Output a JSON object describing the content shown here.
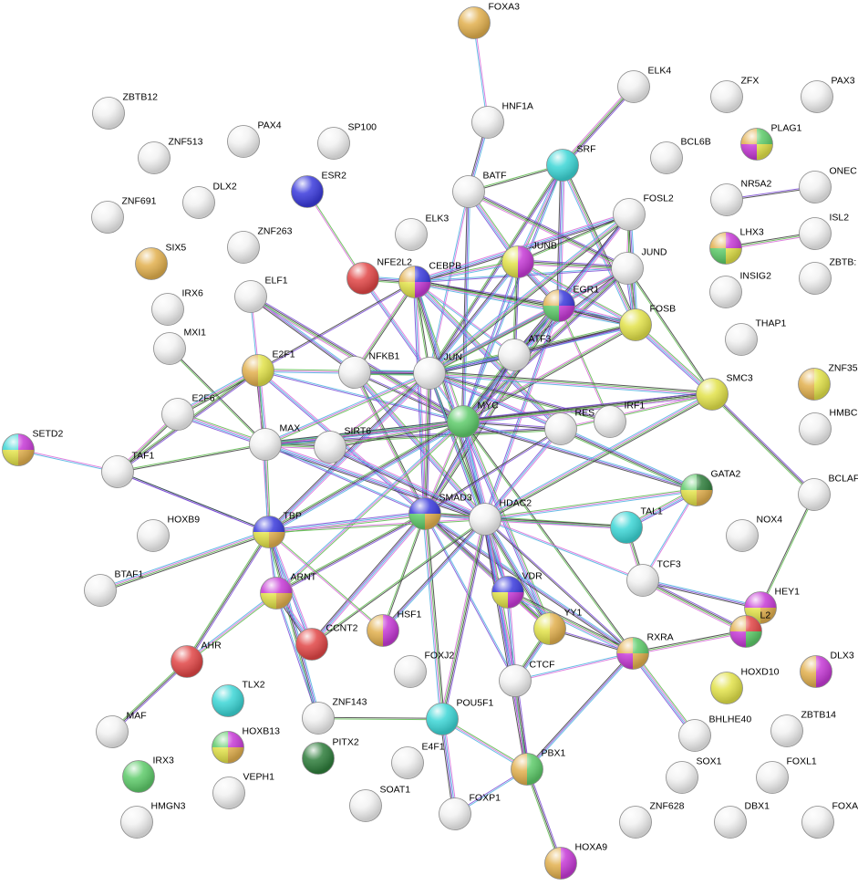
{
  "palette": {
    "white": "#f2f2f2",
    "red": "#e14646",
    "blue": "#3a3adc",
    "cyan": "#3cd6d6",
    "yellow": "#e2e24a",
    "gold": "#e2b04e",
    "green": "#5ecb6a",
    "darkgreen": "#2e7d3b",
    "purple": "#c63ad6",
    "edge_text": "#d96bd9",
    "edge_coexp": "#3a3a3a",
    "edge_db": "#4ab0e0",
    "edge_exp": "#7a4ad6",
    "edge_nbhd": "#5ab84a"
  },
  "nodes": [
    {
      "id": "FOXA3",
      "label": "FOXA3",
      "colors": [
        "gold"
      ]
    },
    {
      "id": "ELK4",
      "label": "ELK4",
      "colors": [
        "white"
      ]
    },
    {
      "id": "ZFX",
      "label": "ZFX",
      "colors": [
        "white"
      ]
    },
    {
      "id": "PAX3",
      "label": "PAX3",
      "colors": [
        "white"
      ]
    },
    {
      "id": "HNF1A",
      "label": "HNF1A",
      "colors": [
        "white"
      ]
    },
    {
      "id": "ZBTB12",
      "label": "ZBTB12",
      "colors": [
        "white"
      ]
    },
    {
      "id": "PAX4",
      "label": "PAX4",
      "colors": [
        "white"
      ]
    },
    {
      "id": "SP100",
      "label": "SP100",
      "colors": [
        "white"
      ]
    },
    {
      "id": "SRF",
      "label": "SRF",
      "colors": [
        "cyan"
      ]
    },
    {
      "id": "BCL6B",
      "label": "BCL6B",
      "colors": [
        "white"
      ]
    },
    {
      "id": "PLAG1",
      "label": "PLAG1",
      "colors": [
        "green",
        "yellow",
        "purple",
        "gold"
      ]
    },
    {
      "id": "ZNF513",
      "label": "ZNF513",
      "colors": [
        "white"
      ]
    },
    {
      "id": "ESR2",
      "label": "ESR2",
      "colors": [
        "blue"
      ]
    },
    {
      "id": "BATF",
      "label": "BATF",
      "colors": [
        "white"
      ]
    },
    {
      "id": "NR5A2",
      "label": "NR5A2",
      "colors": [
        "white"
      ]
    },
    {
      "id": "ONECUT",
      "label": "ONEC",
      "colors": [
        "white"
      ]
    },
    {
      "id": "DLX2",
      "label": "DLX2",
      "colors": [
        "white"
      ]
    },
    {
      "id": "ZNF691",
      "label": "ZNF691",
      "colors": [
        "white"
      ]
    },
    {
      "id": "FOSL2",
      "label": "FOSL2",
      "colors": [
        "white"
      ]
    },
    {
      "id": "ELK3",
      "label": "ELK3",
      "colors": [
        "white"
      ]
    },
    {
      "id": "ZNF263",
      "label": "ZNF263",
      "colors": [
        "white"
      ]
    },
    {
      "id": "ISL2",
      "label": "ISL2",
      "colors": [
        "white"
      ]
    },
    {
      "id": "LHX3",
      "label": "LHX3",
      "colors": [
        "purple",
        "yellow",
        "green",
        "gold"
      ]
    },
    {
      "id": "JUNB",
      "label": "JUNB",
      "colors": [
        "purple",
        "yellow"
      ]
    },
    {
      "id": "JUND",
      "label": "JUND",
      "colors": [
        "white"
      ]
    },
    {
      "id": "SIX5",
      "label": "SIX5",
      "colors": [
        "gold"
      ]
    },
    {
      "id": "NFE2L2",
      "label": "NFE2L2",
      "colors": [
        "red"
      ]
    },
    {
      "id": "CEBPB",
      "label": "CEBPB",
      "colors": [
        "blue",
        "purple",
        "yellow",
        "gold"
      ]
    },
    {
      "id": "INSIG2",
      "label": "INSIG2",
      "colors": [
        "white"
      ]
    },
    {
      "id": "ZBTB",
      "label": "ZBTB:",
      "colors": [
        "white"
      ]
    },
    {
      "id": "ELF1",
      "label": "ELF1",
      "colors": [
        "white"
      ]
    },
    {
      "id": "IRX6",
      "label": "IRX6",
      "colors": [
        "white"
      ]
    },
    {
      "id": "EGR1",
      "label": "EGR1",
      "colors": [
        "blue",
        "purple",
        "green",
        "gold"
      ]
    },
    {
      "id": "FOSB",
      "label": "FOSB",
      "colors": [
        "yellow"
      ]
    },
    {
      "id": "MXI1",
      "label": "MXI1",
      "colors": [
        "white"
      ]
    },
    {
      "id": "THAP1",
      "label": "THAP1",
      "colors": [
        "white"
      ]
    },
    {
      "id": "ATF3",
      "label": "ATF3",
      "colors": [
        "white"
      ]
    },
    {
      "id": "NFKB1",
      "label": "NFKB1",
      "colors": [
        "white"
      ]
    },
    {
      "id": "E2F1",
      "label": "E2F1",
      "colors": [
        "yellow",
        "gold"
      ]
    },
    {
      "id": "JUN",
      "label": "JUN",
      "colors": [
        "white"
      ]
    },
    {
      "id": "SMC3",
      "label": "SMC3",
      "colors": [
        "yellow"
      ]
    },
    {
      "id": "ZNF35",
      "label": "ZNF35",
      "colors": [
        "yellow",
        "gold"
      ]
    },
    {
      "id": "E2F6",
      "label": "E2F6",
      "colors": [
        "white"
      ]
    },
    {
      "id": "MYC",
      "label": "MYC",
      "colors": [
        "green"
      ]
    },
    {
      "id": "REST",
      "label": "RES",
      "colors": [
        "white"
      ]
    },
    {
      "id": "IRF1",
      "label": "IRF1",
      "colors": [
        "white"
      ]
    },
    {
      "id": "HMBOX",
      "label": "HMBC",
      "colors": [
        "white"
      ]
    },
    {
      "id": "SETD2",
      "label": "SETD2",
      "colors": [
        "purple",
        "gold",
        "yellow",
        "cyan"
      ]
    },
    {
      "id": "MAX",
      "label": "MAX",
      "colors": [
        "white"
      ]
    },
    {
      "id": "SIRT6",
      "label": "SIRT6",
      "colors": [
        "white"
      ]
    },
    {
      "id": "TAF1",
      "label": "TAF1",
      "colors": [
        "white"
      ]
    },
    {
      "id": "BCLAF",
      "label": "BCLAF",
      "colors": [
        "white"
      ]
    },
    {
      "id": "GATA2",
      "label": "GATA2",
      "colors": [
        "darkgreen",
        "gold",
        "yellow",
        "green"
      ]
    },
    {
      "id": "SMAD3",
      "label": "SMAD3",
      "colors": [
        "blue",
        "gold",
        "green",
        "blue"
      ]
    },
    {
      "id": "HDAC2",
      "label": "HDAC2",
      "colors": [
        "white"
      ]
    },
    {
      "id": "TBP",
      "label": "TBP",
      "colors": [
        "blue",
        "gold",
        "yellow",
        "blue"
      ]
    },
    {
      "id": "TAL1",
      "label": "TAL1",
      "colors": [
        "cyan"
      ]
    },
    {
      "id": "HOXB9",
      "label": "HOXB9",
      "colors": [
        "white"
      ]
    },
    {
      "id": "NOX4",
      "label": "NOX4",
      "colors": [
        "white"
      ]
    },
    {
      "id": "TCF3",
      "label": "TCF3",
      "colors": [
        "white"
      ]
    },
    {
      "id": "BTAF1",
      "label": "BTAF1",
      "colors": [
        "white"
      ]
    },
    {
      "id": "ARNT",
      "label": "ARNT",
      "colors": [
        "purple",
        "gold",
        "yellow",
        "purple"
      ]
    },
    {
      "id": "VDR",
      "label": "VDR",
      "colors": [
        "blue",
        "purple",
        "yellow",
        "blue"
      ]
    },
    {
      "id": "HEY1",
      "label": "HEY1",
      "colors": [
        "purple",
        "gold",
        "yellow",
        "purple"
      ]
    },
    {
      "id": "HEY2",
      "label": "L2",
      "colors": [
        "red",
        "green",
        "purple",
        "gold"
      ]
    },
    {
      "id": "HSF1",
      "label": "HSF1",
      "colors": [
        "purple",
        "gold"
      ]
    },
    {
      "id": "YY1",
      "label": "YY1",
      "colors": [
        "gold",
        "yellow"
      ]
    },
    {
      "id": "CCNT2",
      "label": "CCNT2",
      "colors": [
        "red"
      ]
    },
    {
      "id": "AHR",
      "label": "AHR",
      "colors": [
        "red"
      ]
    },
    {
      "id": "FOXJ2",
      "label": "FOXJ2",
      "colors": [
        "white"
      ]
    },
    {
      "id": "RXRA",
      "label": "RXRA",
      "colors": [
        "green",
        "gold",
        "purple",
        "gold"
      ]
    },
    {
      "id": "HOXD10",
      "label": "HOXD10",
      "colors": [
        "yellow"
      ]
    },
    {
      "id": "DLX3",
      "label": "DLX3",
      "colors": [
        "purple",
        "gold"
      ]
    },
    {
      "id": "CTCF",
      "label": "CTCF",
      "colors": [
        "white"
      ]
    },
    {
      "id": "TLX2",
      "label": "TLX2",
      "colors": [
        "cyan"
      ]
    },
    {
      "id": "MAF",
      "label": "MAF",
      "colors": [
        "white"
      ]
    },
    {
      "id": "ZNF143",
      "label": "ZNF143",
      "colors": [
        "white"
      ]
    },
    {
      "id": "POU5F1",
      "label": "POU5F1",
      "colors": [
        "cyan"
      ]
    },
    {
      "id": "HOXB13",
      "label": "HOXB13",
      "colors": [
        "purple",
        "gold",
        "yellow",
        "green"
      ]
    },
    {
      "id": "BHLHE40",
      "label": "BHLHE40",
      "colors": [
        "white"
      ]
    },
    {
      "id": "ZBTB14",
      "label": "ZBTB14",
      "colors": [
        "white"
      ]
    },
    {
      "id": "PITX2",
      "label": "PITX2",
      "colors": [
        "darkgreen"
      ]
    },
    {
      "id": "IRX3",
      "label": "IRX3",
      "colors": [
        "green"
      ]
    },
    {
      "id": "E4F1",
      "label": "E4F1",
      "colors": [
        "white"
      ]
    },
    {
      "id": "PBX1",
      "label": "PBX1",
      "colors": [
        "green",
        "gold"
      ]
    },
    {
      "id": "SOX1",
      "label": "SOX1",
      "colors": [
        "white"
      ]
    },
    {
      "id": "FOXL1",
      "label": "FOXL1",
      "colors": [
        "white"
      ]
    },
    {
      "id": "VEPH1",
      "label": "VEPH1",
      "colors": [
        "white"
      ]
    },
    {
      "id": "SOAT1",
      "label": "SOAT1",
      "colors": [
        "white"
      ]
    },
    {
      "id": "HMGN3",
      "label": "HMGN3",
      "colors": [
        "white"
      ]
    },
    {
      "id": "FOXP1",
      "label": "FOXP1",
      "colors": [
        "white"
      ]
    },
    {
      "id": "ZNF628",
      "label": "ZNF628",
      "colors": [
        "white"
      ]
    },
    {
      "id": "DBX1",
      "label": "DBX1",
      "colors": [
        "white"
      ]
    },
    {
      "id": "FOXA",
      "label": "FOXA",
      "colors": [
        "white"
      ]
    },
    {
      "id": "HOXA9",
      "label": "HOXA9",
      "colors": [
        "purple",
        "gold"
      ]
    }
  ],
  "edges": [
    [
      "FOXA3",
      "HNF1A"
    ],
    [
      "HNF1A",
      "BATF"
    ],
    [
      "ELK4",
      "SRF"
    ],
    [
      "SRF",
      "BATF"
    ],
    [
      "SRF",
      "JUNB"
    ],
    [
      "SRF",
      "EGR1"
    ],
    [
      "SRF",
      "MYC"
    ],
    [
      "SRF",
      "JUN"
    ],
    [
      "SRF",
      "FOSB"
    ],
    [
      "ESR2",
      "NFE2L2"
    ],
    [
      "NFE2L2",
      "JUN"
    ],
    [
      "NFE2L2",
      "CEBPB"
    ],
    [
      "NR5A2",
      "ONECUT"
    ],
    [
      "LHX3",
      "ISL2"
    ],
    [
      "BATF",
      "JUNB"
    ],
    [
      "BATF",
      "JUN"
    ],
    [
      "BATF",
      "MYC"
    ],
    [
      "BATF",
      "JUND"
    ],
    [
      "CEBPB",
      "JUN"
    ],
    [
      "CEBPB",
      "JUNB"
    ],
    [
      "CEBPB",
      "FOSL2"
    ],
    [
      "CEBPB",
      "JUND"
    ],
    [
      "CEBPB",
      "EGR1"
    ],
    [
      "CEBPB",
      "FOSB"
    ],
    [
      "CEBPB",
      "MYC"
    ],
    [
      "CEBPB",
      "SMAD3"
    ],
    [
      "CEBPB",
      "HDAC2"
    ],
    [
      "CEBPB",
      "E2F1"
    ],
    [
      "CEBPB",
      "NFKB1"
    ],
    [
      "CEBPB",
      "REST"
    ],
    [
      "CEBPB",
      "ATF3"
    ],
    [
      "JUNB",
      "JUN"
    ],
    [
      "JUNB",
      "JUND"
    ],
    [
      "JUNB",
      "FOSL2"
    ],
    [
      "JUNB",
      "FOSB"
    ],
    [
      "JUNB",
      "EGR1"
    ],
    [
      "JUNB",
      "MYC"
    ],
    [
      "JUNB",
      "ATF3"
    ],
    [
      "FOSL2",
      "JUN"
    ],
    [
      "FOSL2",
      "JUND"
    ],
    [
      "FOSL2",
      "EGR1"
    ],
    [
      "FOSL2",
      "FOSB"
    ],
    [
      "FOSL2",
      "ATF3"
    ],
    [
      "JUND",
      "JUN"
    ],
    [
      "JUND",
      "FOSB"
    ],
    [
      "JUND",
      "EGR1"
    ],
    [
      "JUND",
      "ATF3"
    ],
    [
      "JUND",
      "MYC"
    ],
    [
      "JUND",
      "SMC3"
    ],
    [
      "EGR1",
      "JUN"
    ],
    [
      "EGR1",
      "FOSB"
    ],
    [
      "EGR1",
      "ATF3"
    ],
    [
      "EGR1",
      "MYC"
    ],
    [
      "EGR1",
      "SMAD3"
    ],
    [
      "EGR1",
      "IRF1"
    ],
    [
      "EGR1",
      "HDAC2"
    ],
    [
      "FOSB",
      "JUN"
    ],
    [
      "FOSB",
      "ATF3"
    ],
    [
      "FOSB",
      "MYC"
    ],
    [
      "FOSB",
      "SMC3"
    ],
    [
      "ELF1",
      "E2F1"
    ],
    [
      "ELF1",
      "NFKB1"
    ],
    [
      "ELF1",
      "MYC"
    ],
    [
      "MXI1",
      "MAX"
    ],
    [
      "E2F1",
      "JUN"
    ],
    [
      "E2F1",
      "MAX"
    ],
    [
      "E2F1",
      "MYC"
    ],
    [
      "E2F1",
      "TAF1"
    ],
    [
      "E2F1",
      "E2F6"
    ],
    [
      "E2F1",
      "TBP"
    ],
    [
      "E2F1",
      "SMAD3"
    ],
    [
      "NFKB1",
      "JUN"
    ],
    [
      "NFKB1",
      "MYC"
    ],
    [
      "NFKB1",
      "SMAD3"
    ],
    [
      "NFKB1",
      "HDAC2"
    ],
    [
      "JUN",
      "MYC"
    ],
    [
      "JUN",
      "ATF3"
    ],
    [
      "JUN",
      "SMAD3"
    ],
    [
      "JUN",
      "HDAC2"
    ],
    [
      "JUN",
      "MAX"
    ],
    [
      "JUN",
      "TBP"
    ],
    [
      "JUN",
      "VDR"
    ],
    [
      "JUN",
      "IRF1"
    ],
    [
      "JUN",
      "SMC3"
    ],
    [
      "JUN",
      "SIRT6"
    ],
    [
      "JUN",
      "REST"
    ],
    [
      "ATF3",
      "MYC"
    ],
    [
      "ATF3",
      "SMAD3"
    ],
    [
      "E2F6",
      "TAF1"
    ],
    [
      "E2F6",
      "MAX"
    ],
    [
      "SETD2",
      "TAF1"
    ],
    [
      "MAX",
      "MYC"
    ],
    [
      "MAX",
      "SIRT6"
    ],
    [
      "MAX",
      "TAF1"
    ],
    [
      "MAX",
      "TBP"
    ],
    [
      "MAX",
      "HDAC2"
    ],
    [
      "MAX",
      "SMAD3"
    ],
    [
      "MAX",
      "REST"
    ],
    [
      "MAX",
      "SMC3"
    ],
    [
      "MYC",
      "SMAD3"
    ],
    [
      "MYC",
      "HDAC2"
    ],
    [
      "MYC",
      "TBP"
    ],
    [
      "MYC",
      "REST"
    ],
    [
      "MYC",
      "SIRT6"
    ],
    [
      "MYC",
      "YY1"
    ],
    [
      "MYC",
      "VDR"
    ],
    [
      "MYC",
      "GATA2"
    ],
    [
      "MYC",
      "SMC3"
    ],
    [
      "MYC",
      "RXRA"
    ],
    [
      "MYC",
      "ARNT"
    ],
    [
      "SIRT6",
      "HDAC2"
    ],
    [
      "TAF1",
      "TBP"
    ],
    [
      "SMC3",
      "BCLAF"
    ],
    [
      "SMC3",
      "HDAC2"
    ],
    [
      "SMC3",
      "REST"
    ],
    [
      "REST",
      "HDAC2"
    ],
    [
      "REST",
      "GATA2"
    ],
    [
      "REST",
      "SMAD3"
    ],
    [
      "SMAD3",
      "HDAC2"
    ],
    [
      "SMAD3",
      "TBP"
    ],
    [
      "SMAD3",
      "VDR"
    ],
    [
      "SMAD3",
      "RXRA"
    ],
    [
      "SMAD3",
      "YY1"
    ],
    [
      "SMAD3",
      "HSF1"
    ],
    [
      "SMAD3",
      "TAL1"
    ],
    [
      "SMAD3",
      "CCNT2"
    ],
    [
      "SMAD3",
      "CTCF"
    ],
    [
      "SMAD3",
      "ARNT"
    ],
    [
      "SMAD3",
      "POU5F1"
    ],
    [
      "HDAC2",
      "TBP"
    ],
    [
      "HDAC2",
      "VDR"
    ],
    [
      "HDAC2",
      "YY1"
    ],
    [
      "HDAC2",
      "RXRA"
    ],
    [
      "HDAC2",
      "TAL1"
    ],
    [
      "HDAC2",
      "CTCF"
    ],
    [
      "HDAC2",
      "TCF3"
    ],
    [
      "HDAC2",
      "HSF1"
    ],
    [
      "HDAC2",
      "POU5F1"
    ],
    [
      "HDAC2",
      "CCNT2"
    ],
    [
      "HDAC2",
      "GATA2"
    ],
    [
      "HDAC2",
      "PBX1"
    ],
    [
      "TBP",
      "ARNT"
    ],
    [
      "TBP",
      "AHR"
    ],
    [
      "TBP",
      "BTAF1"
    ],
    [
      "TBP",
      "HSF1"
    ],
    [
      "TBP",
      "CCNT2"
    ],
    [
      "TBP",
      "ZNF143"
    ],
    [
      "TBP",
      "TAF1"
    ],
    [
      "TAL1",
      "TCF3"
    ],
    [
      "TAL1",
      "GATA2"
    ],
    [
      "GATA2",
      "TCF3"
    ],
    [
      "TCF3",
      "HEY1"
    ],
    [
      "TCF3",
      "HEY2"
    ],
    [
      "HEY1",
      "BCLAF"
    ],
    [
      "ARNT",
      "AHR"
    ],
    [
      "ARNT",
      "CCNT2"
    ],
    [
      "ARNT",
      "ZNF143"
    ],
    [
      "AHR",
      "MAF"
    ],
    [
      "VDR",
      "RXRA"
    ],
    [
      "VDR",
      "YY1"
    ],
    [
      "VDR",
      "CTCF"
    ],
    [
      "YY1",
      "CTCF"
    ],
    [
      "YY1",
      "RXRA"
    ],
    [
      "RXRA",
      "HEY2"
    ],
    [
      "RXRA",
      "BHLHE40"
    ],
    [
      "RXRA",
      "CTCF"
    ],
    [
      "RXRA",
      "PBX1"
    ],
    [
      "CTCF",
      "PBX1"
    ],
    [
      "ZNF143",
      "POU5F1"
    ],
    [
      "POU5F1",
      "PBX1"
    ],
    [
      "POU5F1",
      "FOXP1"
    ],
    [
      "PBX1",
      "FOXP1"
    ],
    [
      "PBX1",
      "HOXA9"
    ]
  ]
}
